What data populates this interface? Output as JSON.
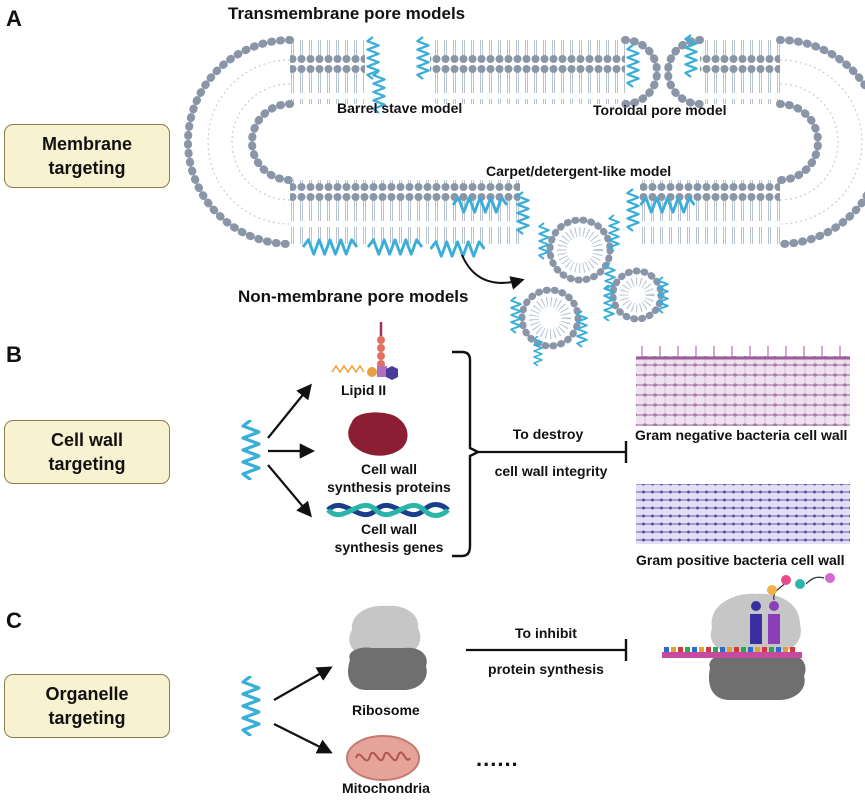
{
  "panels": {
    "a": "A",
    "b": "B",
    "c": "C"
  },
  "boxes": {
    "membrane": {
      "line1": "Membrane",
      "line2": "targeting"
    },
    "cell_wall": {
      "line1": "Cell wall",
      "line2": "targeting"
    },
    "organelle": {
      "line1": "Organelle",
      "line2": "targeting"
    }
  },
  "panel_a": {
    "transmembrane_title": "Transmembrane pore models",
    "barrel_stave": "Barrel stave model",
    "toroidal": "Toroidal pore model",
    "carpet": "Carpet/detergent-like model",
    "non_membrane": "Non-membrane pore models"
  },
  "panel_b": {
    "lipid_ii": "Lipid II",
    "proteins_line1": "Cell wall",
    "proteins_line2": "synthesis proteins",
    "genes_line1": "Cell wall",
    "genes_line2": "synthesis genes",
    "action_line1": "To destroy",
    "action_line2": "cell wall integrity",
    "gram_negative": "Gram negative bacteria cell wall",
    "gram_positive": "Gram positive bacteria cell wall"
  },
  "panel_c": {
    "action_line1": "To inhibit",
    "action_line2": "protein synthesis",
    "ribosome": "Ribosome",
    "mitochondria": "Mitochondria",
    "ellipsis": "......"
  },
  "colors": {
    "peptide": "#3aaed8",
    "lipid_head": "#8a96a8",
    "lipid_tail": "#b9c4d2",
    "box_fill": "#f7f2cf",
    "box_border": "#8a7f4a",
    "wall_negative": "#c9a0c9",
    "wall_positive": "#a59bd6",
    "protein": "#8b1e35",
    "ribosome_light": "#c6c6c6",
    "ribosome_dark": "#6f6f6f",
    "mito": "#e6a39a"
  }
}
